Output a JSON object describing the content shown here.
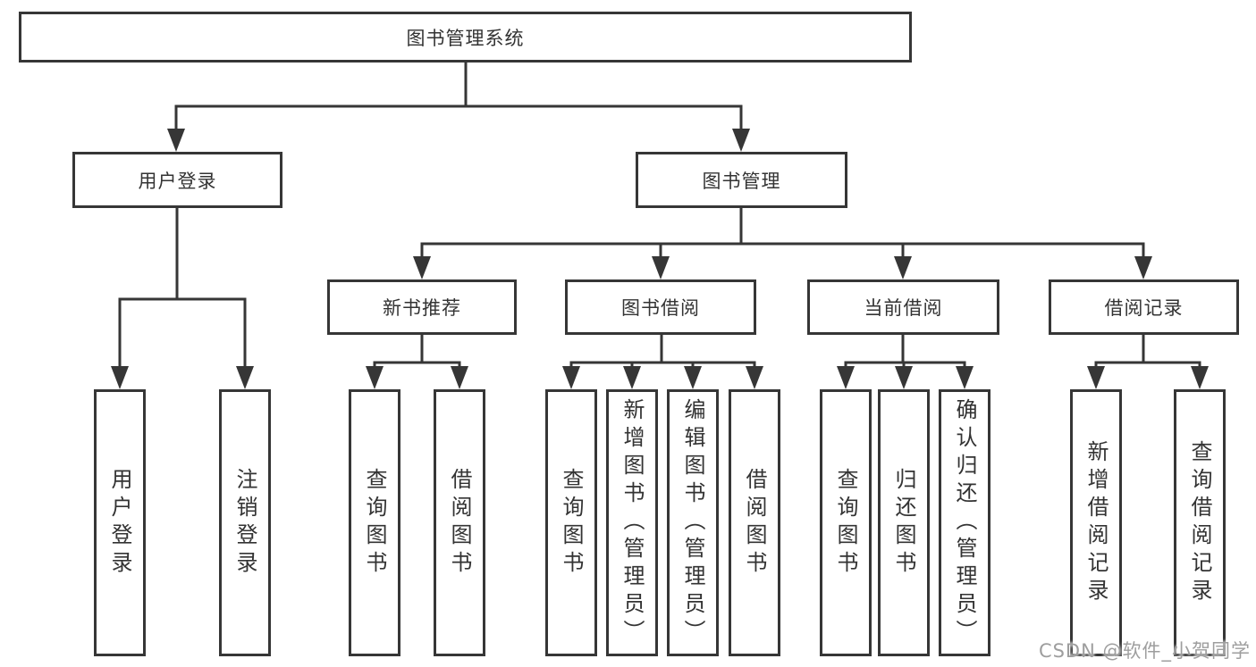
{
  "nodes": {
    "root": "图书管理系统",
    "level2": [
      "用户登录",
      "图书管理"
    ],
    "level3": [
      "新书推荐",
      "图书借阅",
      "当前借阅",
      "借阅记录"
    ],
    "leaves": [
      "用户登录",
      "注销登录",
      "查询图书",
      "借阅图书",
      "查询图书",
      "新增图书（管理员）",
      "编辑图书（管理员）",
      "借阅图书",
      "查询图书",
      "归还图书",
      "确认归还（管理员）",
      "新增借阅记录",
      "查询借阅记录"
    ]
  },
  "hierarchy": {
    "图书管理系统": [
      "用户登录",
      "图书管理"
    ],
    "用户登录": [
      "用户登录",
      "注销登录"
    ],
    "图书管理": [
      "新书推荐",
      "图书借阅",
      "当前借阅",
      "借阅记录"
    ],
    "新书推荐": [
      "查询图书",
      "借阅图书"
    ],
    "图书借阅": [
      "查询图书",
      "新增图书（管理员）",
      "编辑图书（管理员）",
      "借阅图书"
    ],
    "当前借阅": [
      "查询图书",
      "归还图书",
      "确认归还（管理员）"
    ],
    "借阅记录": [
      "新增借阅记录",
      "查询借阅记录"
    ]
  },
  "colors": {
    "line": "#363636",
    "border": "#363636",
    "text": "#333333",
    "background": "#ffffff",
    "watermark": "#9e9e9e"
  },
  "watermark": "CSDN @软件_小贺同学"
}
